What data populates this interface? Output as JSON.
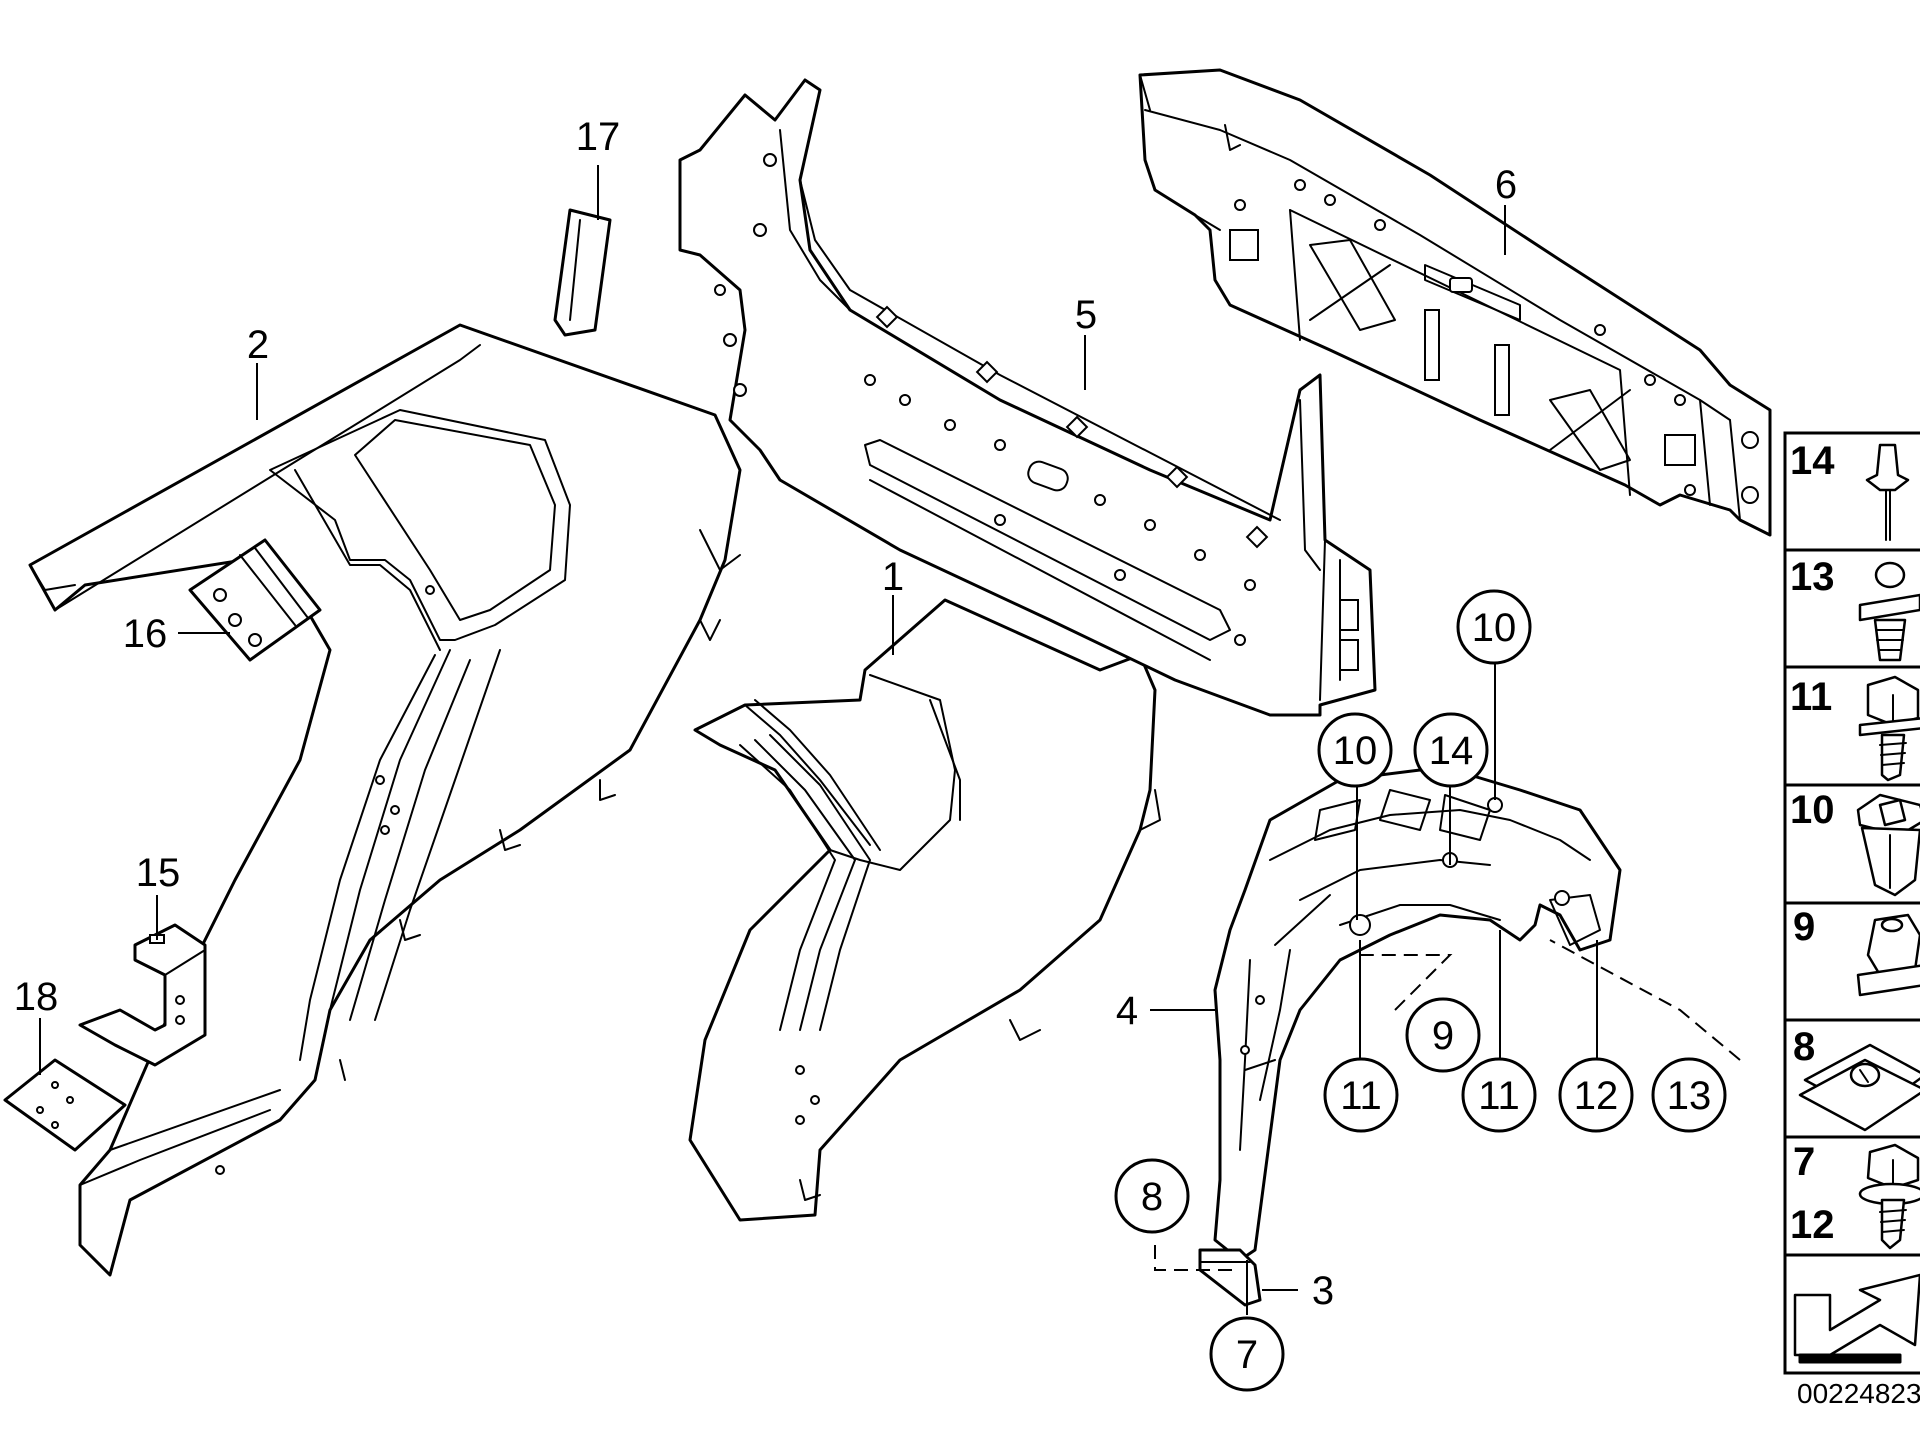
{
  "diagram": {
    "callouts": [
      {
        "id": "label-1",
        "text": "1"
      },
      {
        "id": "label-2",
        "text": "2"
      },
      {
        "id": "label-3",
        "text": "3"
      },
      {
        "id": "label-4",
        "text": "4"
      },
      {
        "id": "label-5",
        "text": "5"
      },
      {
        "id": "label-6",
        "text": "6"
      },
      {
        "id": "label-15",
        "text": "15"
      },
      {
        "id": "label-16",
        "text": "16"
      },
      {
        "id": "label-17",
        "text": "17"
      },
      {
        "id": "label-18",
        "text": "18"
      }
    ],
    "circled_callouts": [
      {
        "id": "circle-10a",
        "text": "10"
      },
      {
        "id": "circle-10b",
        "text": "10"
      },
      {
        "id": "circle-14",
        "text": "14"
      },
      {
        "id": "circle-9",
        "text": "9"
      },
      {
        "id": "circle-11a",
        "text": "11"
      },
      {
        "id": "circle-11b",
        "text": "11"
      },
      {
        "id": "circle-12",
        "text": "12"
      },
      {
        "id": "circle-13",
        "text": "13"
      },
      {
        "id": "circle-8",
        "text": "8"
      },
      {
        "id": "circle-7",
        "text": "7"
      }
    ],
    "legend": [
      {
        "id": "legend-14",
        "text": "14"
      },
      {
        "id": "legend-13",
        "text": "13"
      },
      {
        "id": "legend-11",
        "text": "11"
      },
      {
        "id": "legend-10",
        "text": "10"
      },
      {
        "id": "legend-9",
        "text": "9"
      },
      {
        "id": "legend-8",
        "text": "8"
      },
      {
        "id": "legend-7",
        "text": "7"
      },
      {
        "id": "legend-12",
        "text": "12"
      }
    ],
    "diagram_code": "00224823"
  }
}
